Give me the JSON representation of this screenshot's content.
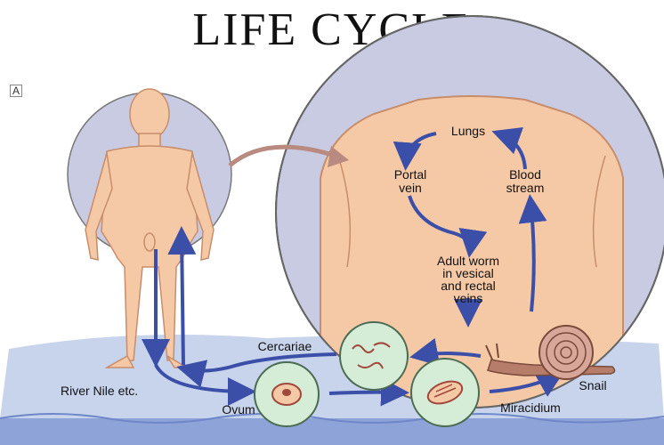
{
  "title": "LIFE CYCLE",
  "panel_letter": "A",
  "labels": {
    "lungs": "Lungs",
    "portal_vein_1": "Portal",
    "portal_vein_2": "vein",
    "blood_stream_1": "Blood",
    "blood_stream_2": "stream",
    "adult_worm_1": "Adult worm",
    "adult_worm_2": "in vesical",
    "adult_worm_3": "and rectal",
    "adult_worm_4": "veins",
    "cercariae": "Cercariae",
    "river": "River Nile etc.",
    "ovum": "Ovum",
    "miracidium": "Miracidium",
    "snail": "Snail"
  },
  "colors": {
    "skin": "#f5c9a6",
    "skin_outline": "#c88d6a",
    "circle_fill": "#c9cbe3",
    "water_top": "#c8d3ec",
    "water_side": "#8ea3d8",
    "arrow": "#3b4fa8",
    "pointer_arrow": "#b98a80"
  }
}
